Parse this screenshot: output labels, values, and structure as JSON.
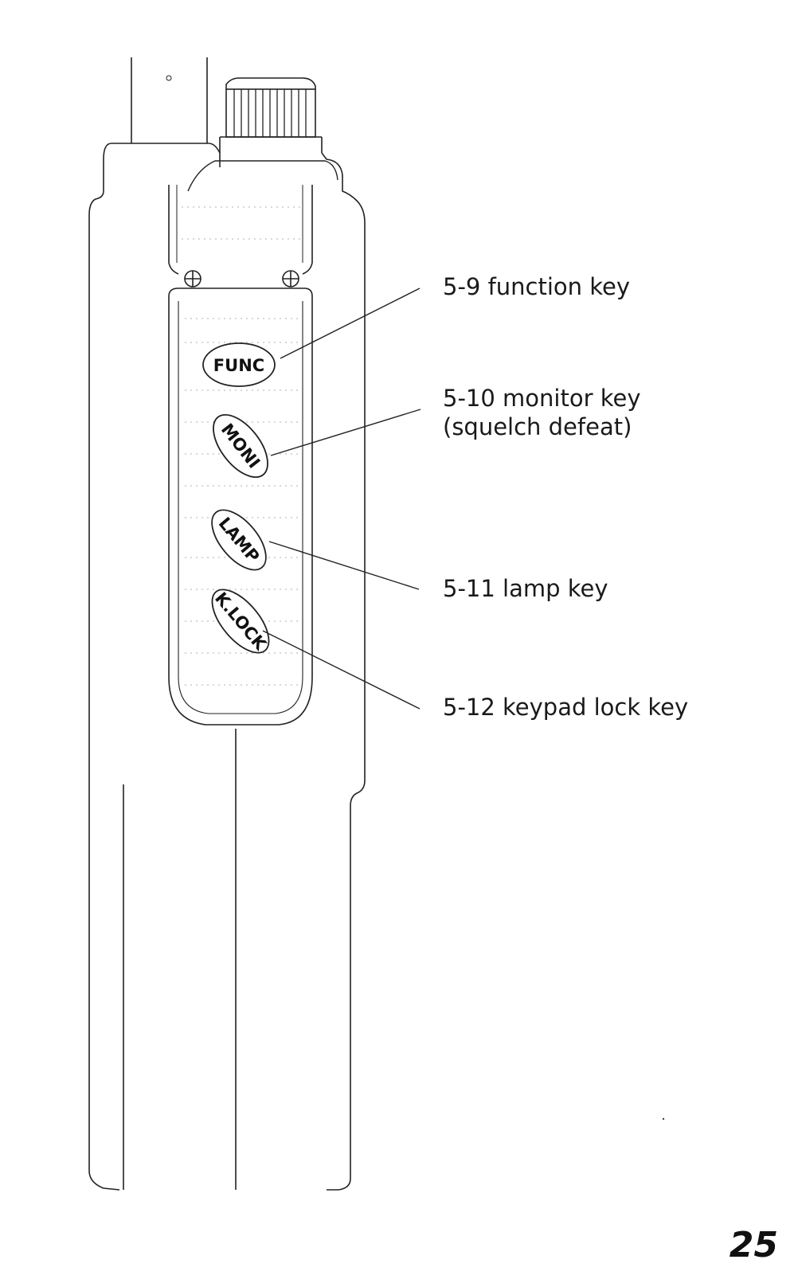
{
  "keys": {
    "func": "FUNC",
    "moni": "MONI",
    "lamp": "LAMP",
    "klock": "K.LOCK"
  },
  "callouts": {
    "function_key": "5-9 function key",
    "monitor_key_line1": "5-10 monitor key",
    "monitor_key_line2": "(squelch defeat)",
    "lamp_key": "5-11 lamp key",
    "keypad_lock_key": "5-12 keypad lock key"
  },
  "page_number": "25"
}
